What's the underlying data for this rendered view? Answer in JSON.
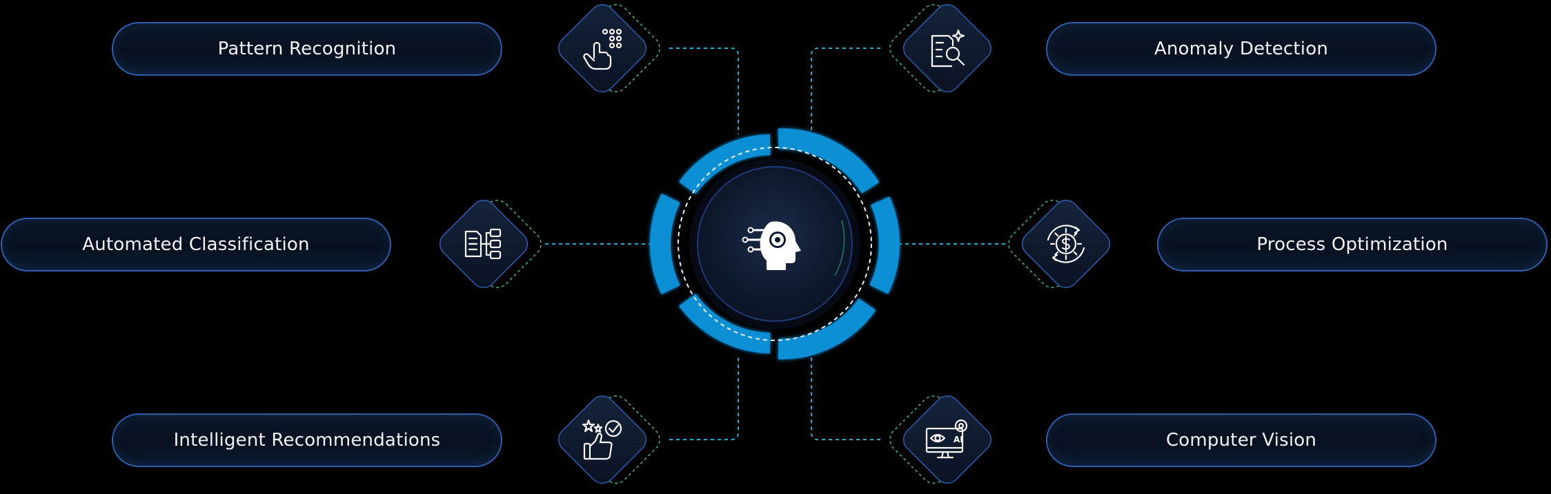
{
  "center": {
    "icon": "ai-head-gear-icon",
    "colors": {
      "ring": "#0e8fd6",
      "core": "#0f1a30",
      "dash": "#e8f4ff",
      "connector": "#2aa9c9",
      "nodeDash": "#3fb88a",
      "pillBorder": "#2f5fae"
    }
  },
  "capabilities": [
    {
      "label": "Pattern Recognition",
      "icon": "hand-tap-dots-icon"
    },
    {
      "label": "Anomaly Detection",
      "icon": "document-search-sparkle-icon"
    },
    {
      "label": "Automated Classification",
      "icon": "document-hierarchy-icon"
    },
    {
      "label": "Process Optimization",
      "icon": "gear-dollar-cycle-icon"
    },
    {
      "label": "Intelligent Recommendations",
      "icon": "thumbs-up-stars-icon"
    },
    {
      "label": "Computer Vision",
      "icon": "monitor-eye-ai-icon"
    }
  ]
}
